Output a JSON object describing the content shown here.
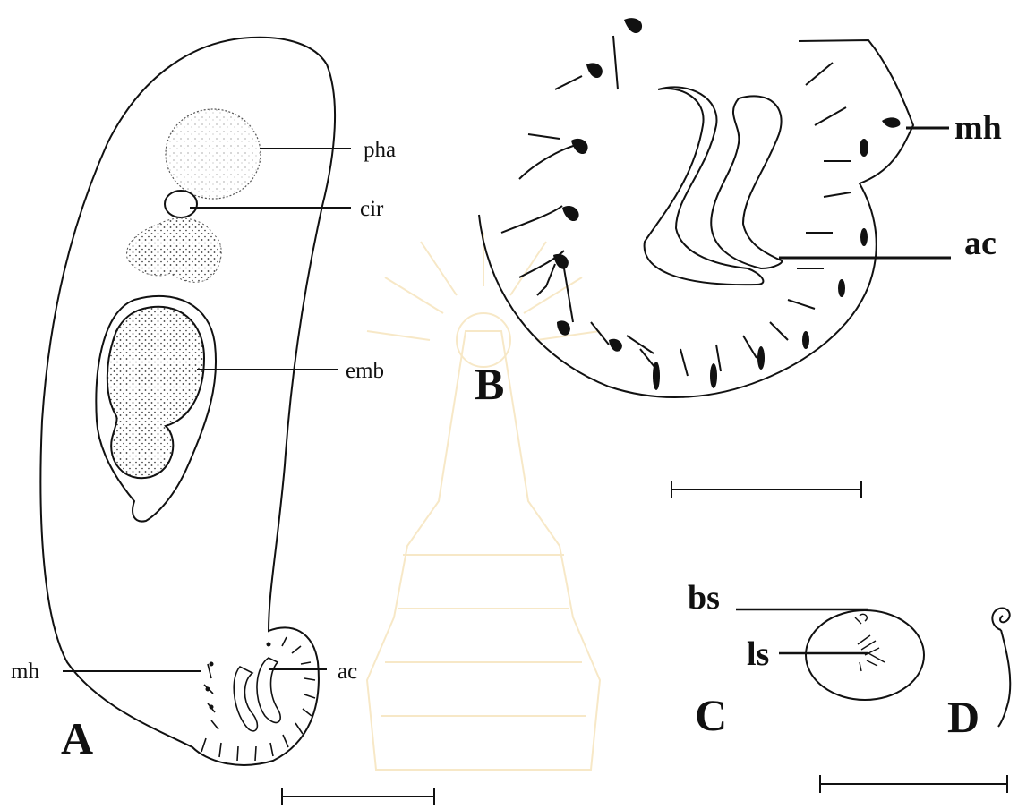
{
  "labels": {
    "A": {
      "pha": "pha",
      "cir": "cir",
      "emb": "emb",
      "mh": "mh",
      "ac": "ac"
    },
    "B": {
      "mh": "mh",
      "ac": "ac"
    },
    "C": {
      "bs": "bs",
      "ls": "ls"
    }
  },
  "panels": {
    "A": "A",
    "B": "B",
    "C": "C",
    "D": "D"
  },
  "colors": {
    "ink": "#111111",
    "watermark": "#f2d79a",
    "background": "#ffffff"
  }
}
